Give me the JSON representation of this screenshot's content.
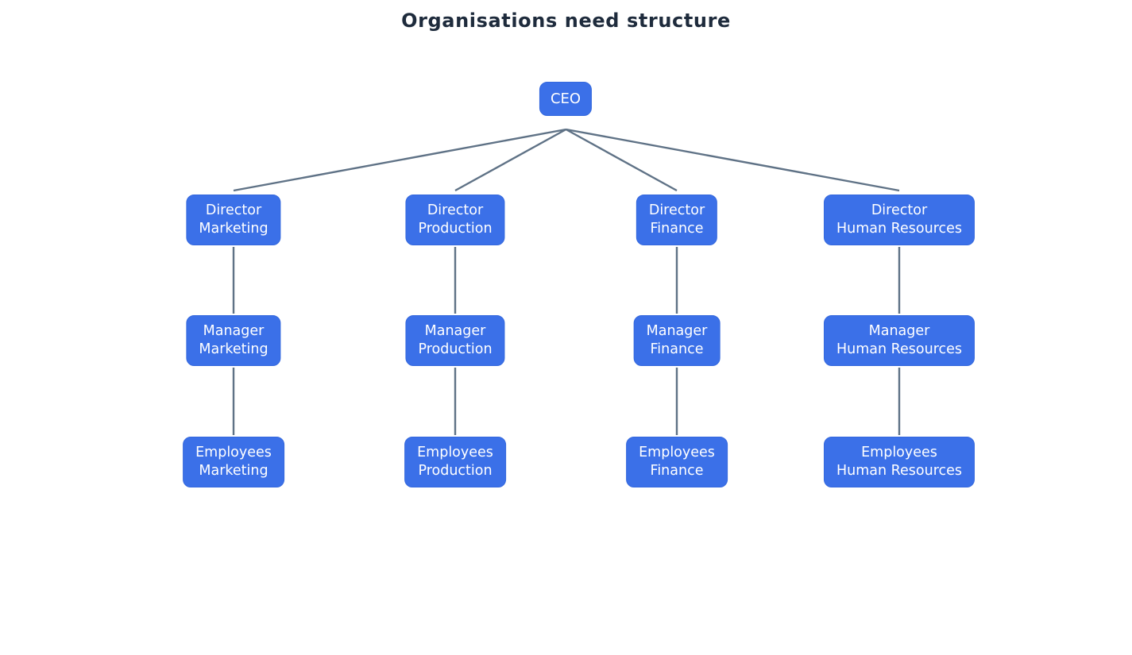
{
  "title": "Organisations need structure",
  "colors": {
    "node_fill": "#3B70E8",
    "node_text": "#FFFFFF",
    "connector": "#5F7286",
    "title_text": "#1E2B3C",
    "background": "#FFFFFF"
  },
  "chart_data": {
    "type": "org-chart",
    "root": "CEO",
    "levels": [
      "Director",
      "Manager",
      "Employees"
    ],
    "departments": [
      "Marketing",
      "Production",
      "Finance",
      "Human Resources"
    ]
  },
  "nodes": {
    "ceo": {
      "label": "CEO"
    },
    "director_marketing": {
      "label": "Director\nMarketing"
    },
    "director_production": {
      "label": "Director\nProduction"
    },
    "director_finance": {
      "label": "Director\nFinance"
    },
    "director_hr": {
      "label": "Director\nHuman Resources"
    },
    "manager_marketing": {
      "label": "Manager\nMarketing"
    },
    "manager_production": {
      "label": "Manager\nProduction"
    },
    "manager_finance": {
      "label": "Manager\nFinance"
    },
    "manager_hr": {
      "label": "Manager\nHuman Resources"
    },
    "employees_marketing": {
      "label": "Employees\nMarketing"
    },
    "employees_production": {
      "label": "Employees\nProduction"
    },
    "employees_finance": {
      "label": "Employees\nFinance"
    },
    "employees_hr": {
      "label": "Employees\nHuman Resources"
    }
  }
}
